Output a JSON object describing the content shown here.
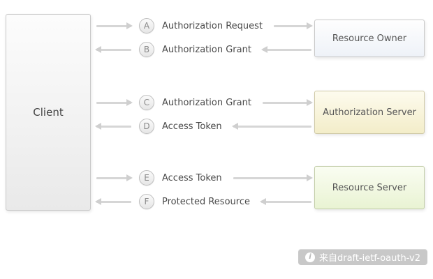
{
  "client": {
    "label": "Client"
  },
  "servers": [
    {
      "id": "resource-owner",
      "label": "Resource Owner",
      "tint": "#eef2f8"
    },
    {
      "id": "authorization-server",
      "label": "Authorization Server",
      "tint": "#f3edc9"
    },
    {
      "id": "resource-server",
      "label": "Resource Server",
      "tint": "#e9f3d3"
    }
  ],
  "flows": [
    {
      "badge": "A",
      "label": "Authorization Request",
      "direction": "right"
    },
    {
      "badge": "B",
      "label": "Authorization Grant",
      "direction": "left"
    },
    {
      "badge": "C",
      "label": "Authorization Grant",
      "direction": "right"
    },
    {
      "badge": "D",
      "label": "Access Token",
      "direction": "left"
    },
    {
      "badge": "E",
      "label": "Access Token",
      "direction": "right"
    },
    {
      "badge": "F",
      "label": "Protected Resource",
      "direction": "left"
    }
  ],
  "attribution": {
    "icon": "i",
    "text": "来自draft-ietf-oauth-v2"
  },
  "colors": {
    "arrow": "#d6d6d6",
    "box_border": "#c9c9c9",
    "attribution_bg": "#c8c8c8"
  }
}
